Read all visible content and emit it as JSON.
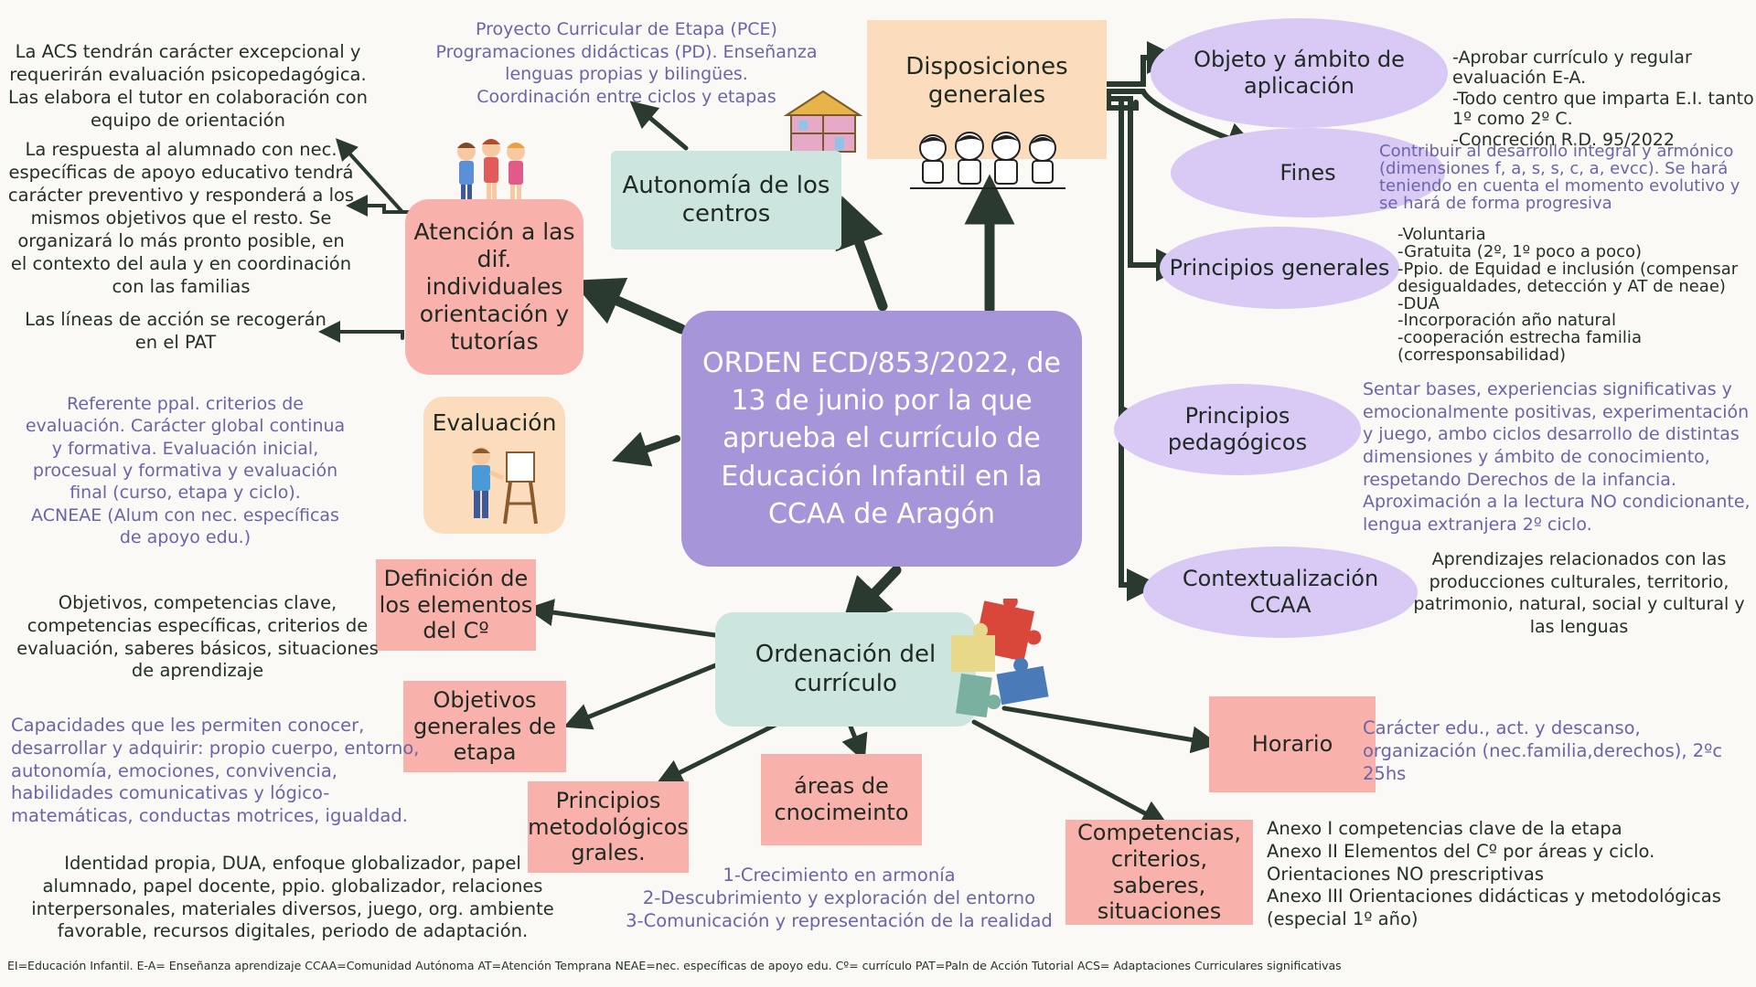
{
  "center": {
    "title": "ORDEN ECD/853/2022, de 13 de junio por la que aprueba el currículo de Educación Infantil en la CCAA de Aragón"
  },
  "disposiciones": {
    "title": "Disposiciones generales",
    "objeto": {
      "label": "Objeto y ámbito de aplicación",
      "text": "-Aprobar currículo y regular evaluación E-A.\n-Todo centro que imparta E.I. tanto 1º como 2º C.\n-Concreción R.D. 95/2022"
    },
    "fines": {
      "label": "Fines",
      "text": "Contribuir al desarrollo integral y armónico (dimensiones f, a, s, s, c, a, evcc). Se hará teniendo en cuenta el momento evolutivo y se hará de forma progresiva"
    },
    "principios_generales": {
      "label": "Principios generales",
      "text": "-Voluntaria\n-Gratuita (2º, 1º poco a poco)\n-Ppio. de Equidad e inclusión (compensar desigualdades, detección y AT de neae)\n-DUA\n-Incorporación año natural\n-cooperación estrecha familia (corresponsabilidad)"
    },
    "principios_pedagogicos": {
      "label": "Principios pedagógicos",
      "text": "Sentar bases, experiencias significativas y emocionalmente positivas, experimentación y juego,  ambo ciclos desarrollo de distintas dimensiones y ámbito de conocimiento, respetando Derechos de la infancia.\nAproximación a la lectura NO condicionante, lengua extranjera 2º ciclo."
    },
    "contextualizacion": {
      "label": "Contextualización CCAA",
      "text": "Aprendizajes relacionados con las producciones culturales, territorio, patrimonio, natural, social y cultural y las lenguas"
    }
  },
  "autonomia": {
    "title": "Autonomía de los centros",
    "text": "Proyecto Curricular de Etapa (PCE)\nProgramaciones didácticas (PD). Enseñanza lenguas propias y bilingües.\nCoordinación entre ciclos y etapas"
  },
  "atencion": {
    "title": "Atención a las dif. individuales orientación y tutorías",
    "text_acs": "La ACS  tendrán carácter excepcional y requerirán evaluación psicopedagógica. Las elabora el tutor en colaboración con equipo de orientación",
    "text_respuesta": "La respuesta al alumnado con nec. específicas de apoyo educativo tendrá carácter preventivo y responderá a los mismos objetivos que el resto.  Se organizará lo más pronto posible, en el contexto del aula y en coordinación con las familias",
    "text_pat": "Las líneas de acción se recogerán en el PAT"
  },
  "evaluacion": {
    "title": "Evaluación",
    "text": "Referente ppal. criterios de evaluación. Carácter global continua y formativa. Evaluación inicial, procesual y formativa y evaluación final (curso, etapa y ciclo).\nACNEAE (Alum con nec. específicas de apoyo edu.)"
  },
  "ordenacion": {
    "title": "Ordenación del currículo",
    "definicion": {
      "label": "Definición de los elementos del Cº",
      "text": "Objetivos, competencias clave, competencias específicas, criterios de evaluación, saberes básicos, situaciones de aprendizaje"
    },
    "objetivos": {
      "label": "Objetivos generales de etapa",
      "text": "Capacidades que les permiten conocer, desarrollar y adquirir: propio cuerpo, entorno, autonomía, emociones, convivencia, habilidades comunicativas y lógico-matemáticas, conductas motrices, igualdad."
    },
    "principios_metodologicos": {
      "label": "Principios metodológicos grales.",
      "text": "Identidad propia, DUA, enfoque globalizador, papel alumnado, papel docente, ppio. globalizador, relaciones interpersonales, materiales diversos, juego, org. ambiente favorable, recursos digitales, periodo de adaptación."
    },
    "areas": {
      "label": "áreas de cnocimeinto",
      "text": "1-Crecimiento en armonía\n2-Descubrimiento y exploración del entorno\n3-Comunicación y representación de la realidad"
    },
    "competencias": {
      "label": "Competencias, criterios, saberes, situaciones",
      "text": "Anexo I competencias clave de la etapa\nAnexo II Elementos del Cº por áreas y ciclo.\nOrientaciones NO prescriptivas\nAnexo III Orientaciones didácticas y metodológicas (especial 1º año)"
    },
    "horario": {
      "label": "Horario",
      "text": "Carácter edu., act. y descanso, organización (nec.familia,derechos), 2ºc 25hs"
    }
  },
  "footer": "EI=Educación Infantil. E-A= Enseñanza aprendizaje CCAA=Comunidad Autónoma AT=Atención Temprana NEAE=nec. específicas de apoyo edu. Cº= currículo PAT=Paln de Acción Tutorial ACS= Adaptaciones Curriculares significativas",
  "colors": {
    "center": "#a695d8",
    "pink": "#f9b2ab",
    "mint": "#cce5df",
    "peach": "#fbdcbd",
    "lavender": "#d8caf5",
    "arrow": "#2a3a2e",
    "purple_text": "#6b64a8"
  },
  "icons": [
    "children-group-icon",
    "dollhouse-icon",
    "kids-playing-icon",
    "child-painting-icon",
    "puzzle-pieces-icon"
  ]
}
